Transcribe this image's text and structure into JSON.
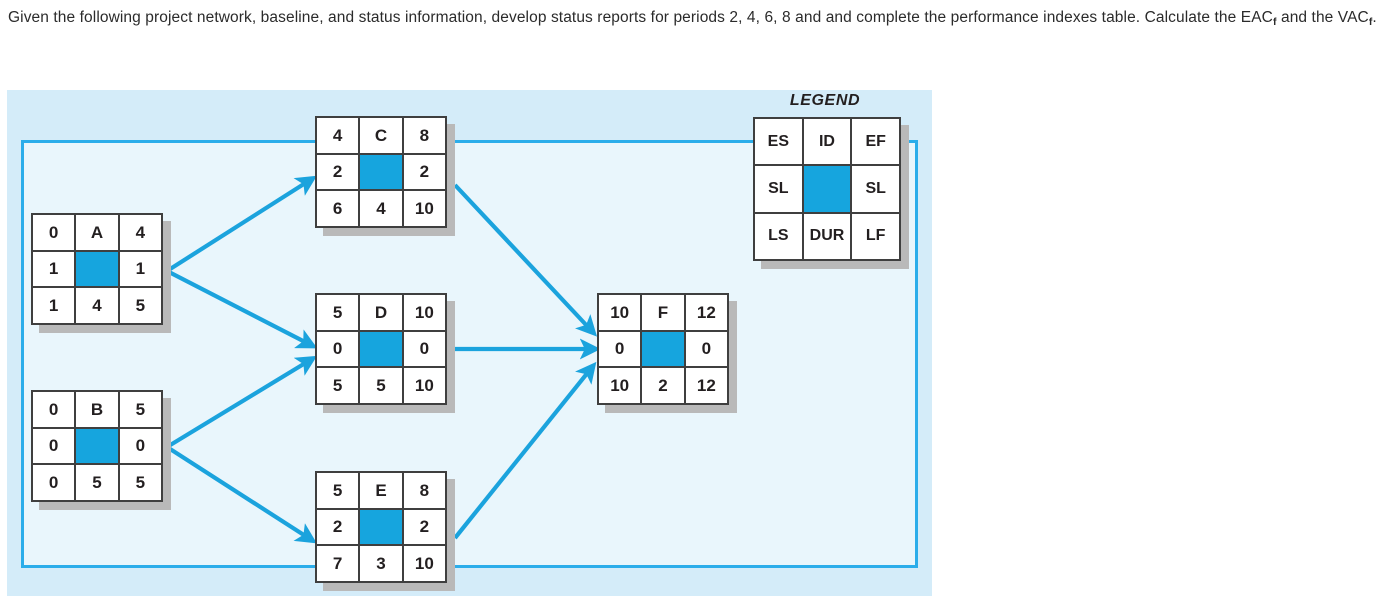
{
  "prompt": {
    "line1": "Given the following project network, baseline, and status information, develop status reports for periods 2, 4, 6, 8 and and complete",
    "line2_a": "the performance indexes table. Calculate the EAC",
    "sub1": "f",
    "line2_b": " and the VAC",
    "sub2": "f",
    "line2_c": "."
  },
  "figure": {
    "legend": {
      "title": "LEGEND",
      "cells": {
        "es": "ES",
        "id": "ID",
        "ef": "EF",
        "sl_left": "SL",
        "center": "",
        "sl_right": "SL",
        "ls": "LS",
        "dur": "DUR",
        "lf": "LF"
      }
    },
    "colors": {
      "panel_background": "#d4ecf9",
      "frame_background": "#e9f6fc",
      "frame_border": "#2badea",
      "arrow": "#1ba3dd",
      "node_center": "#16a5de",
      "node_border": "#3f3f3f",
      "node_shadow": "#b9b9b9"
    },
    "nodes": [
      {
        "key": "A",
        "id": "A",
        "es": "0",
        "ef": "4",
        "sl_left": "1",
        "sl_right": "1",
        "ls": "1",
        "dur": "4",
        "lf": "5"
      },
      {
        "key": "B",
        "id": "B",
        "es": "0",
        "ef": "5",
        "sl_left": "0",
        "sl_right": "0",
        "ls": "0",
        "dur": "5",
        "lf": "5"
      },
      {
        "key": "C",
        "id": "C",
        "es": "4",
        "ef": "8",
        "sl_left": "2",
        "sl_right": "2",
        "ls": "6",
        "dur": "4",
        "lf": "10"
      },
      {
        "key": "D",
        "id": "D",
        "es": "5",
        "ef": "10",
        "sl_left": "0",
        "sl_right": "0",
        "ls": "5",
        "dur": "5",
        "lf": "10"
      },
      {
        "key": "E",
        "id": "E",
        "es": "5",
        "ef": "8",
        "sl_left": "2",
        "sl_right": "2",
        "ls": "7",
        "dur": "3",
        "lf": "10"
      },
      {
        "key": "F",
        "id": "F",
        "es": "10",
        "ef": "12",
        "sl_left": "0",
        "sl_right": "0",
        "ls": "10",
        "dur": "2",
        "lf": "12"
      }
    ],
    "edges": [
      {
        "from": "A",
        "to": "C"
      },
      {
        "from": "A",
        "to": "D"
      },
      {
        "from": "B",
        "to": "D"
      },
      {
        "from": "B",
        "to": "E"
      },
      {
        "from": "C",
        "to": "F"
      },
      {
        "from": "D",
        "to": "F"
      },
      {
        "from": "E",
        "to": "F"
      }
    ]
  }
}
